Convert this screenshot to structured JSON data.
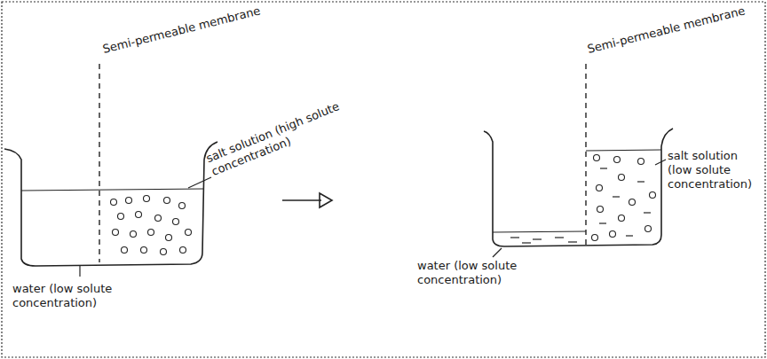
{
  "diagram": {
    "labels": [
      "Semi-permeable membrane",
      "salt solution (high solute concentration)",
      "water (low solute concentration)",
      "Semi-permeable membrane",
      "salt solution (low solute concentration)",
      "water (low solute concentration)"
    ]
  }
}
